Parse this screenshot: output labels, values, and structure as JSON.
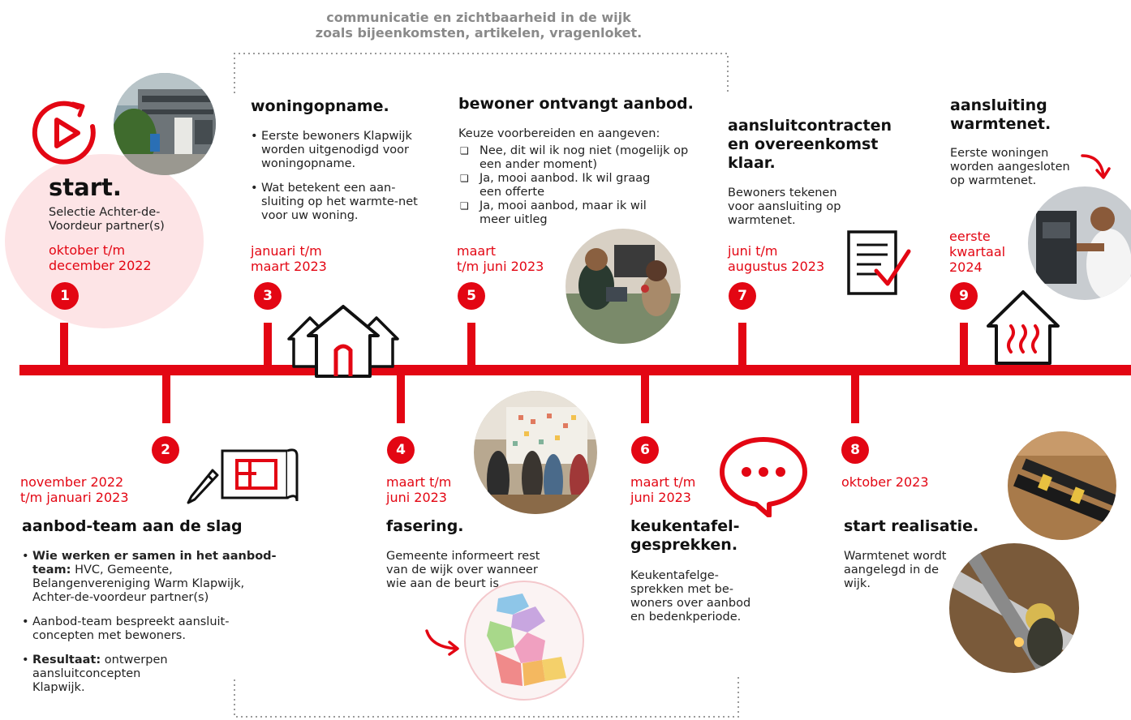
{
  "colors": {
    "accent": "#e30613",
    "note": "#8a8a8a",
    "start_bg": "#fde4e6"
  },
  "header_note": {
    "line1": "communicatie en zichtbaarheid in de wijk",
    "line2": "zoals bijeenkomsten, artikelen, vragenloket."
  },
  "steps": {
    "s1": {
      "number": "1",
      "title": "start.",
      "desc_line1": "Selectie Achter-de-",
      "desc_line2": "Voordeur partner(s)",
      "date_line1": "oktober t/m",
      "date_line2": "december 2022"
    },
    "s2": {
      "number": "2",
      "date_line1": "november 2022",
      "date_line2": "t/m januari 2023",
      "title": "aanbod-team aan de slag",
      "b1_bold": "Wie werken er samen in het aanbod-team:",
      "b1_rest": " HVC, Gemeente, Belangenvereniging Warm Klapwijk, Achter-de-voordeur partner(s)",
      "b2": "Aanbod-team bespreekt aansluit-concepten met bewoners.",
      "b3_bold": "Resultaat:",
      "b3_rest": " ontwerpen aansluitconcepten Klapwijk."
    },
    "s3": {
      "number": "3",
      "title": "woningopname.",
      "b1": "Eerste bewoners Klapwijk worden uitgenodigd voor woningopname.",
      "b2": "Wat betekent een aan-sluiting op het warmte-net voor uw woning.",
      "date_line1": "januari t/m",
      "date_line2": "maart 2023"
    },
    "s4": {
      "number": "4",
      "date_line1": "maart t/m",
      "date_line2": "juni 2023",
      "title": "fasering.",
      "desc": "Gemeente informeert rest van de wijk over wanneer wie aan de beurt is."
    },
    "s5": {
      "number": "5",
      "title": "bewoner ontvangt aanbod.",
      "intro": "Keuze voorbereiden en aangeven:",
      "opt1": "Nee, dit wil ik nog niet (mogelijk op een ander moment)",
      "opt2": "Ja, mooi aanbod. Ik wil graag een offerte",
      "opt3": "Ja, mooi aanbod, maar ik wil meer uitleg",
      "date_line1": "maart",
      "date_line2": "t/m juni 2023"
    },
    "s6": {
      "number": "6",
      "date_line1": "maart t/m",
      "date_line2": "juni 2023",
      "title_line1": "keukentafel-",
      "title_line2": "gesprekken.",
      "desc": "Keukentafelge-sprekken met be-woners over aanbod en bedenkperiode."
    },
    "s7": {
      "number": "7",
      "title_line1": "aansluitcontracten",
      "title_line2": "en overeenkomst",
      "title_line3": "klaar.",
      "desc": "Bewoners tekenen voor aansluiting op warmtenet.",
      "date_line1": "juni t/m",
      "date_line2": "augustus 2023"
    },
    "s8": {
      "number": "8",
      "date": "oktober 2023",
      "title": "start realisatie.",
      "desc": "Warmtenet wordt aangelegd in de wijk."
    },
    "s9": {
      "number": "9",
      "title_line1": "aansluiting",
      "title_line2": "warmtenet.",
      "desc": "Eerste woningen worden aangesloten op warmtenet.",
      "date_line1": "eerste",
      "date_line2": "kwartaal",
      "date_line3": "2024"
    }
  },
  "icons": [
    "play-icon",
    "houses-icon",
    "blueprint-icon",
    "pencil-icon",
    "speech-bubble-icon",
    "contract-check-icon",
    "heated-house-icon",
    "curved-arrow-icon"
  ]
}
